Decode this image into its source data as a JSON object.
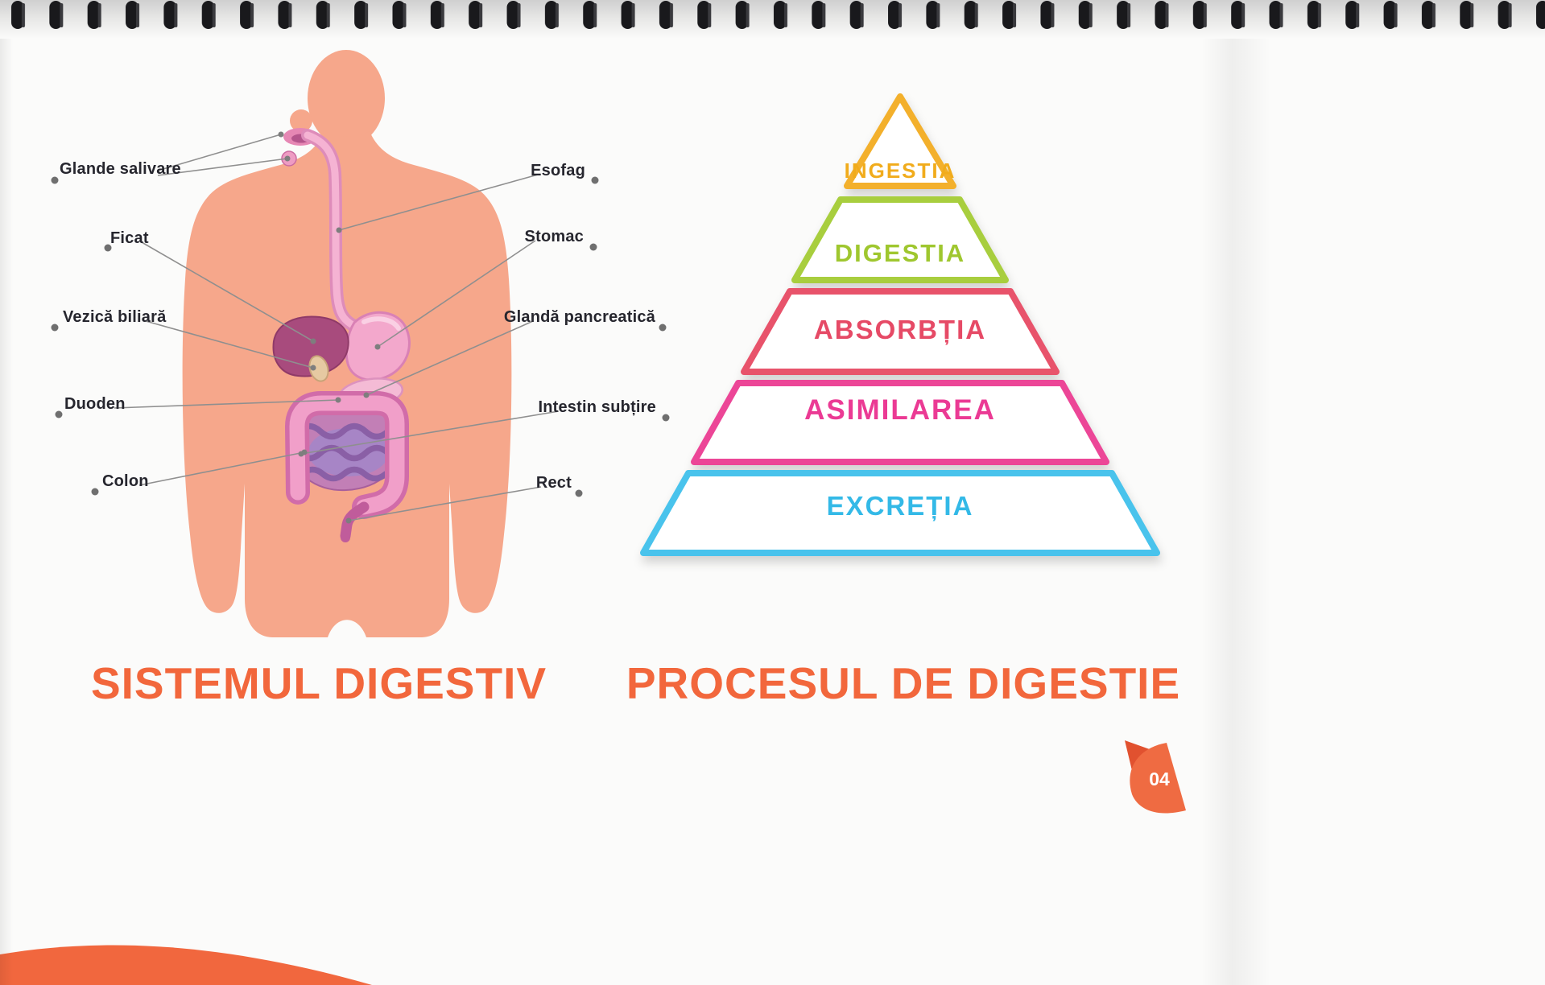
{
  "page": {
    "anatomy_section": {
      "title": "SISTEMUL DIGESTIV",
      "labels_left": [
        "Glande salivare",
        "Ficat",
        "Vezică biliară",
        "Duoden",
        "Colon"
      ],
      "labels_right": [
        "Esofag",
        "Stomac",
        "Glandă pancreatică",
        "Intestin subțire",
        "Rect"
      ]
    },
    "process_section": {
      "title": "PROCESUL DE DIGESTIE",
      "levels": [
        {
          "label": "INGESTIA",
          "color": "#F3B02C"
        },
        {
          "label": "DIGESTIA",
          "color": "#A8CE3E"
        },
        {
          "label": "ABSORBȚIA",
          "color": "#E8536B"
        },
        {
          "label": "ASIMILAREA",
          "color": "#EC4697"
        },
        {
          "label": "EXCREȚIA",
          "color": "#49C3EC"
        }
      ]
    },
    "footer": {
      "page_number": "04"
    },
    "colors": {
      "accent_orange": "#F2673C",
      "body_silhouette": "#F6A78B",
      "label_text": "#26262E",
      "leader_line": "#8F8F8F"
    }
  }
}
